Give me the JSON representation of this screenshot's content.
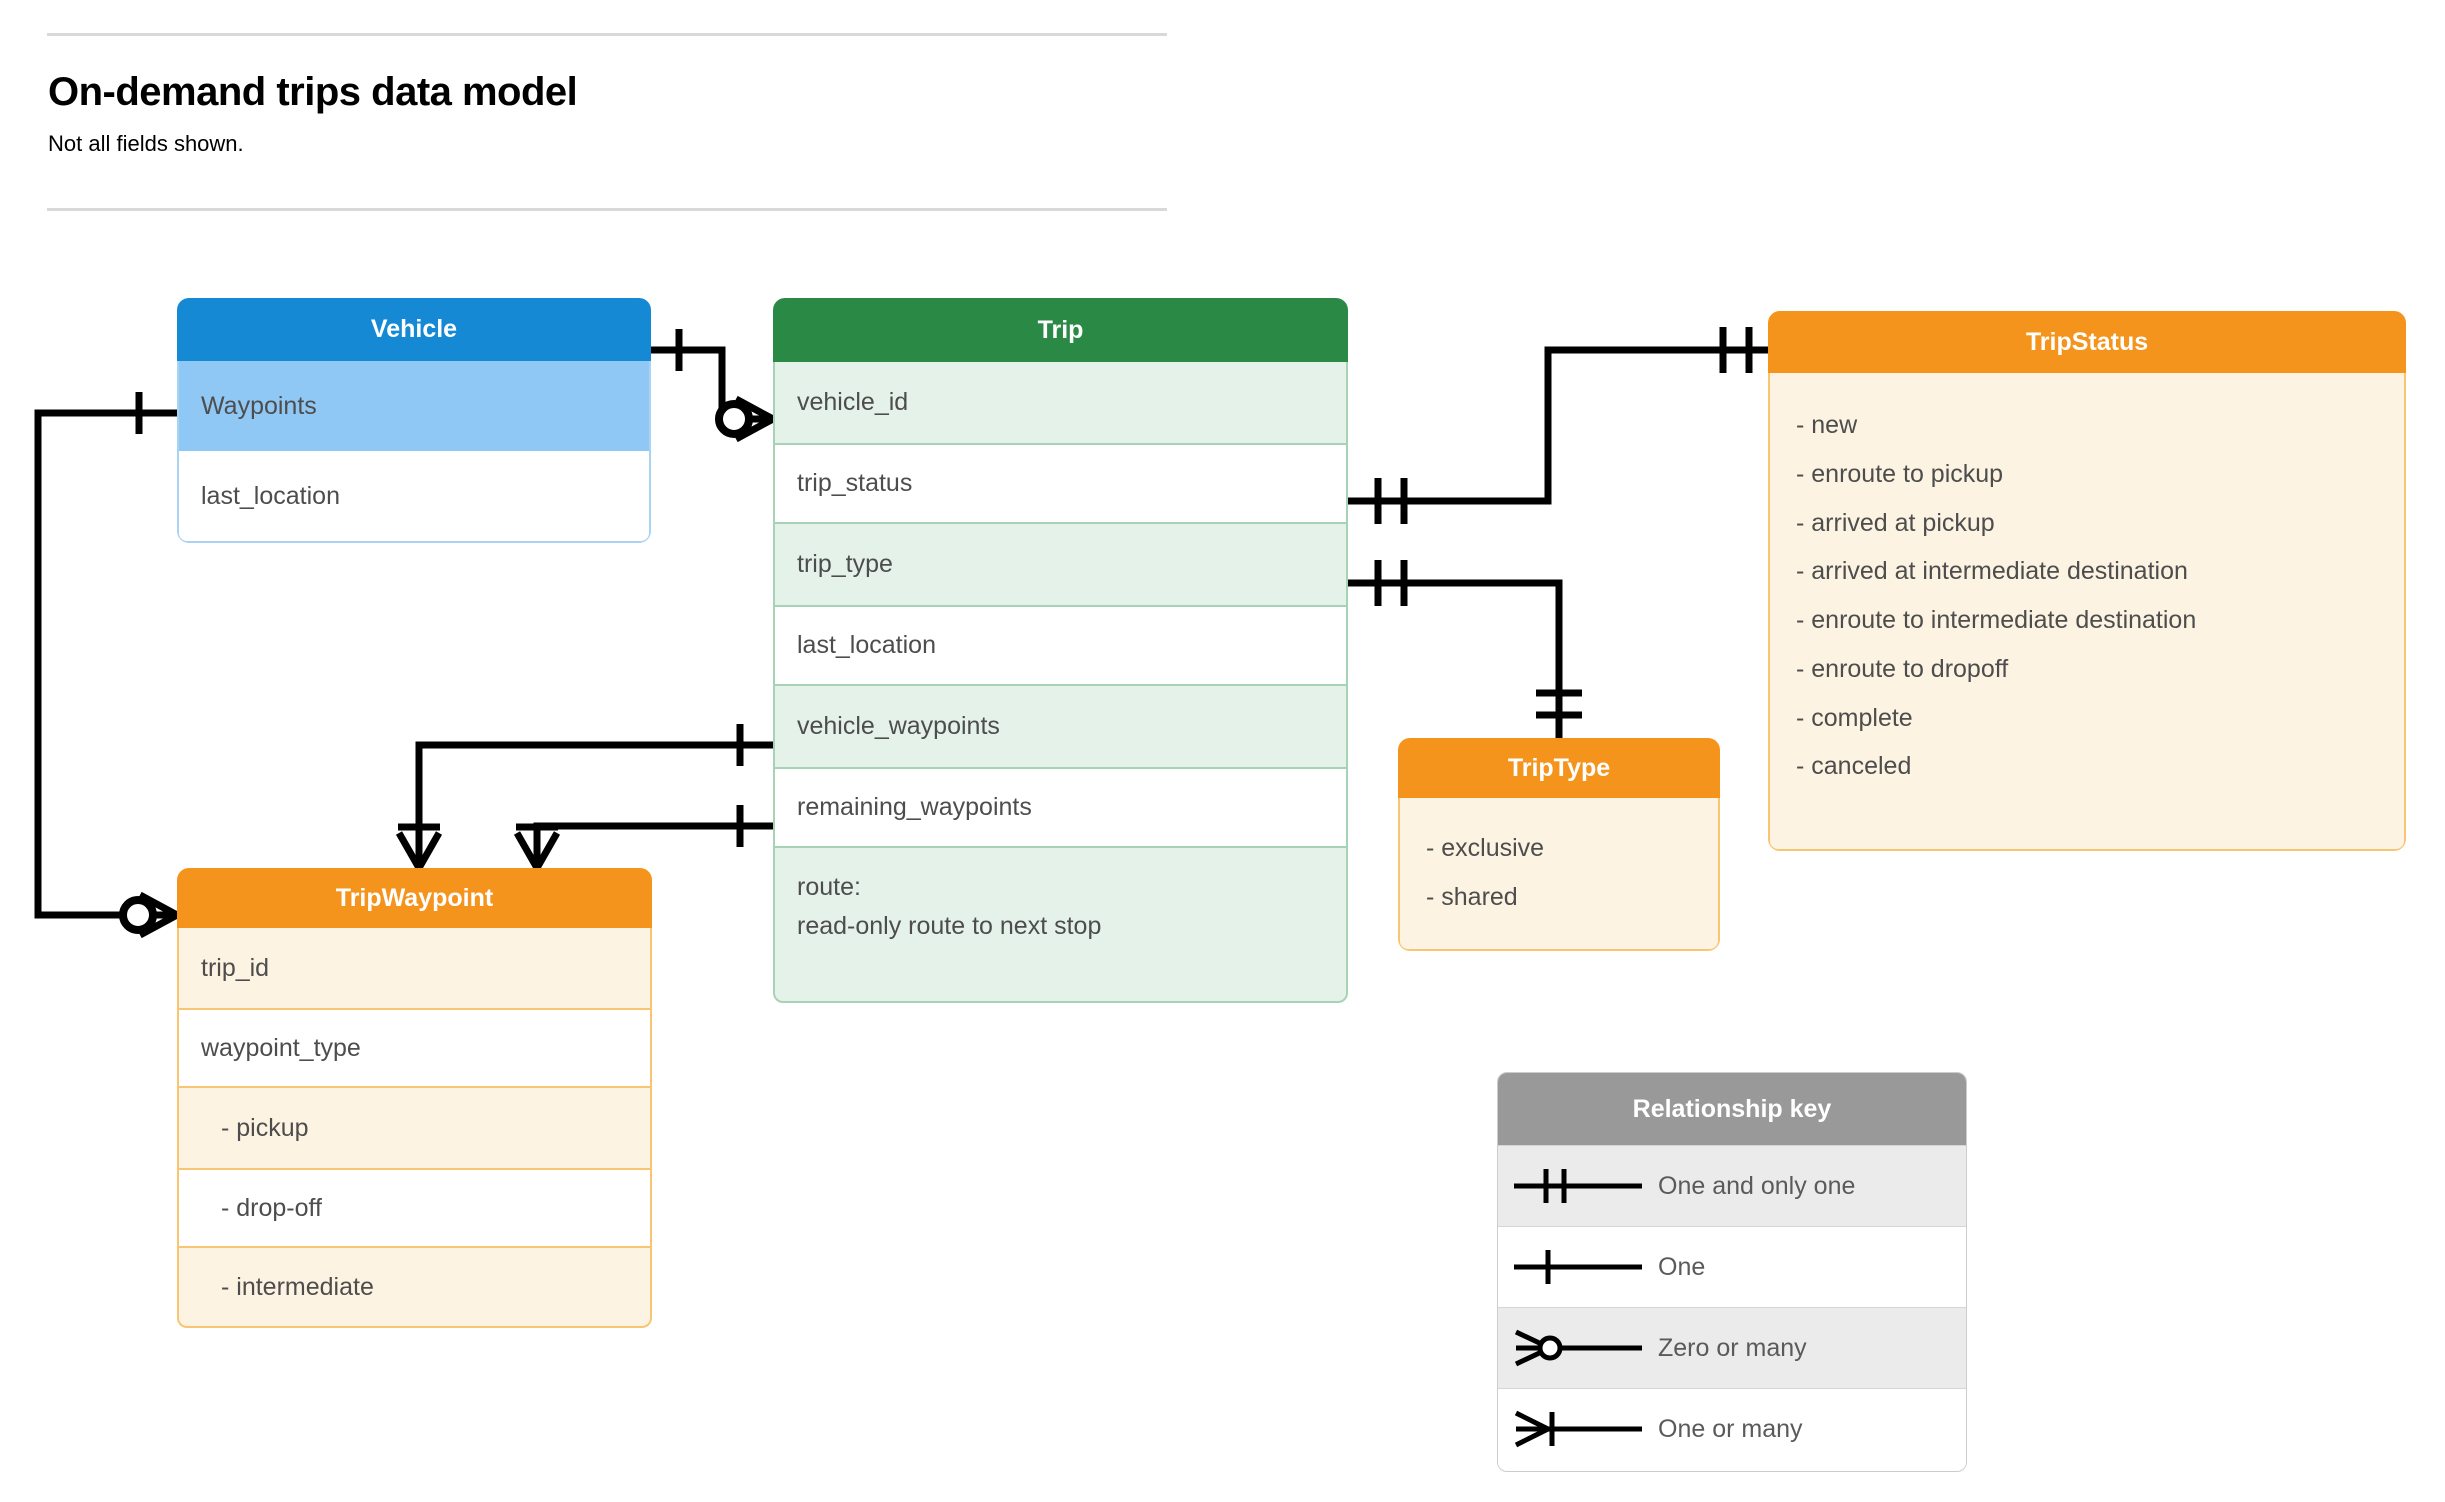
{
  "header": {
    "title": "On-demand trips data model",
    "subtitle": "Not all fields shown."
  },
  "entities": {
    "vehicle": {
      "name": "Vehicle",
      "header_color": "#1689d4",
      "fields": [
        "Waypoints",
        "last_location"
      ]
    },
    "trip": {
      "name": "Trip",
      "header_color": "#2a8a45",
      "fields": [
        "vehicle_id",
        "trip_status",
        "trip_type",
        "last_location",
        "vehicle_waypoints",
        "remaining_waypoints"
      ],
      "route_label": "route:",
      "route_detail": "read-only route to next stop"
    },
    "trip_status": {
      "name": "TripStatus",
      "header_color": "#f5941d",
      "values": [
        "- new",
        "- enroute to pickup",
        "- arrived at pickup",
        "- arrived at intermediate destination",
        "- enroute to intermediate destination",
        "- enroute to dropoff",
        "- complete",
        "- canceled"
      ]
    },
    "trip_type": {
      "name": "TripType",
      "header_color": "#f5941d",
      "values": [
        "- exclusive",
        "- shared"
      ]
    },
    "trip_waypoint": {
      "name": "TripWaypoint",
      "header_color": "#f5941d",
      "fields": [
        "trip_id",
        "waypoint_type"
      ],
      "waypoint_types": [
        "-  pickup",
        "-  drop-off",
        "-  intermediate"
      ]
    }
  },
  "legend": {
    "title": "Relationship key",
    "items": [
      {
        "symbol": "one-and-only-one",
        "label": "One and only one"
      },
      {
        "symbol": "one",
        "label": "One"
      },
      {
        "symbol": "zero-or-many",
        "label": "Zero or many"
      },
      {
        "symbol": "one-or-many",
        "label": "One or many"
      }
    ]
  },
  "relationships": [
    {
      "from": "Vehicle",
      "from_cardinality": "one",
      "to": "Trip.vehicle_id",
      "to_cardinality": "zero-or-many"
    },
    {
      "from": "Vehicle.Waypoints",
      "from_cardinality": "one",
      "to": "TripWaypoint",
      "to_cardinality": "zero-or-many"
    },
    {
      "from": "Trip.trip_status",
      "from_cardinality": "one-and-only-one",
      "to": "TripStatus",
      "to_cardinality": "one-and-only-one"
    },
    {
      "from": "Trip.trip_type",
      "from_cardinality": "one-and-only-one",
      "to": "TripType",
      "to_cardinality": "one-and-only-one"
    },
    {
      "from": "Trip.vehicle_waypoints",
      "from_cardinality": "one",
      "to": "TripWaypoint",
      "to_cardinality": "one-or-many"
    },
    {
      "from": "Trip.remaining_waypoints",
      "from_cardinality": "one",
      "to": "TripWaypoint",
      "to_cardinality": "one-or-many"
    }
  ]
}
